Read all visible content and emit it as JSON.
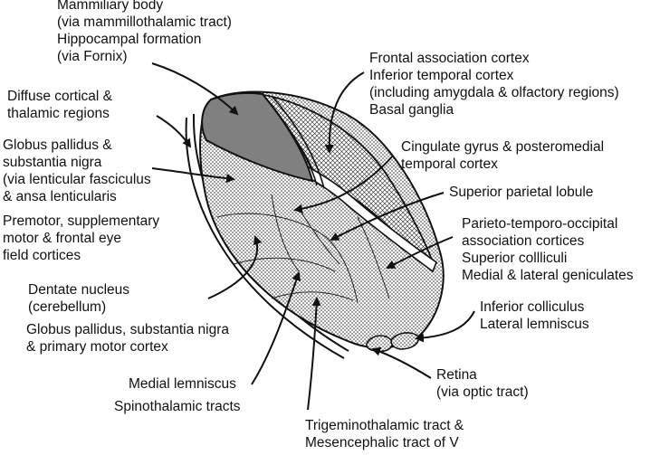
{
  "colors": {
    "ink": "#111111",
    "dark_fill": "#808080",
    "stipple_fill": "#e8e8e8"
  },
  "labels": {
    "mammillary": [
      "Mammiliary body",
      "(via mammillothalamic tract)",
      "Hippocampal formation",
      "(via Fornix)"
    ],
    "diffuse": [
      "Diffuse cortical &",
      "thalamic regions"
    ],
    "globus_nigra": [
      "Globus pallidus &",
      "substantia nigra",
      "(via lenticular fasciculus",
      "& ansa lenticularis"
    ],
    "premotor": [
      "Premotor, supplementary",
      "motor & frontal eye",
      "field cortices"
    ],
    "dentate": [
      "Dentate nucleus",
      "(cerebellum)"
    ],
    "globus_motor": [
      "Globus pallidus, substantia nigra",
      "& primary motor cortex"
    ],
    "medial_lemniscus": [
      "Medial lemniscus"
    ],
    "spinothalamic": [
      "Spinothalamic tracts"
    ],
    "trigeminal": [
      "Trigeminothalamic tract &",
      "Mesencephalic tract of V"
    ],
    "frontal": [
      "Frontal association cortex",
      "Inferior temporal cortex",
      "(including amygdala & olfactory regions)",
      "Basal ganglia"
    ],
    "cingulate": [
      "Cingulate gyrus & posteromedial",
      "temporal cortex"
    ],
    "parietal": [
      "Superior parietal lobule"
    ],
    "parieto": [
      "Parieto-temporo-occipital",
      "association cortices",
      "Superior collliculi",
      "Medial & lateral geniculates"
    ],
    "colliculus": [
      "Inferior colliculus",
      "Lateral lemniscus"
    ],
    "retina": [
      "Retina",
      "(via optic tract)"
    ]
  }
}
